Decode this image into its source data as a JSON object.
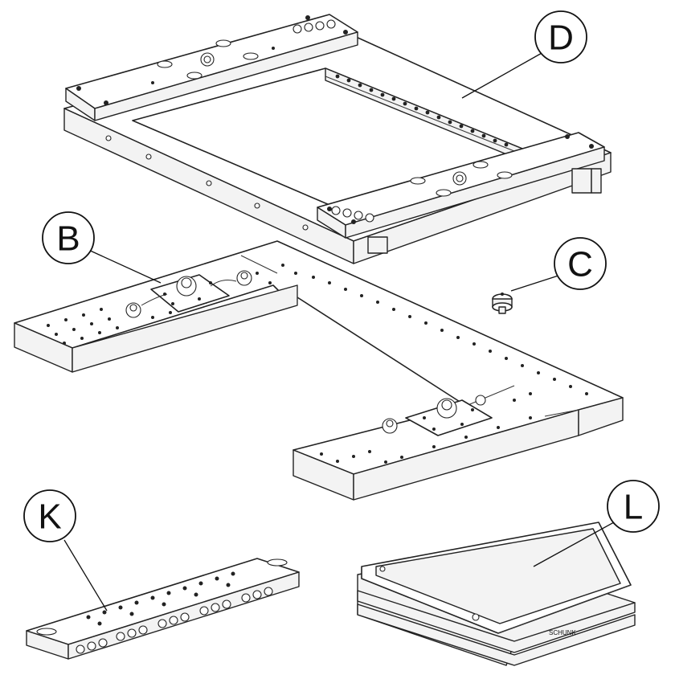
{
  "callouts": {
    "D": "D",
    "B": "B",
    "C": "C",
    "K": "K",
    "L": "L"
  },
  "brand_mark": "SCHUNK",
  "colors": {
    "line": "#222222",
    "background": "#ffffff"
  }
}
